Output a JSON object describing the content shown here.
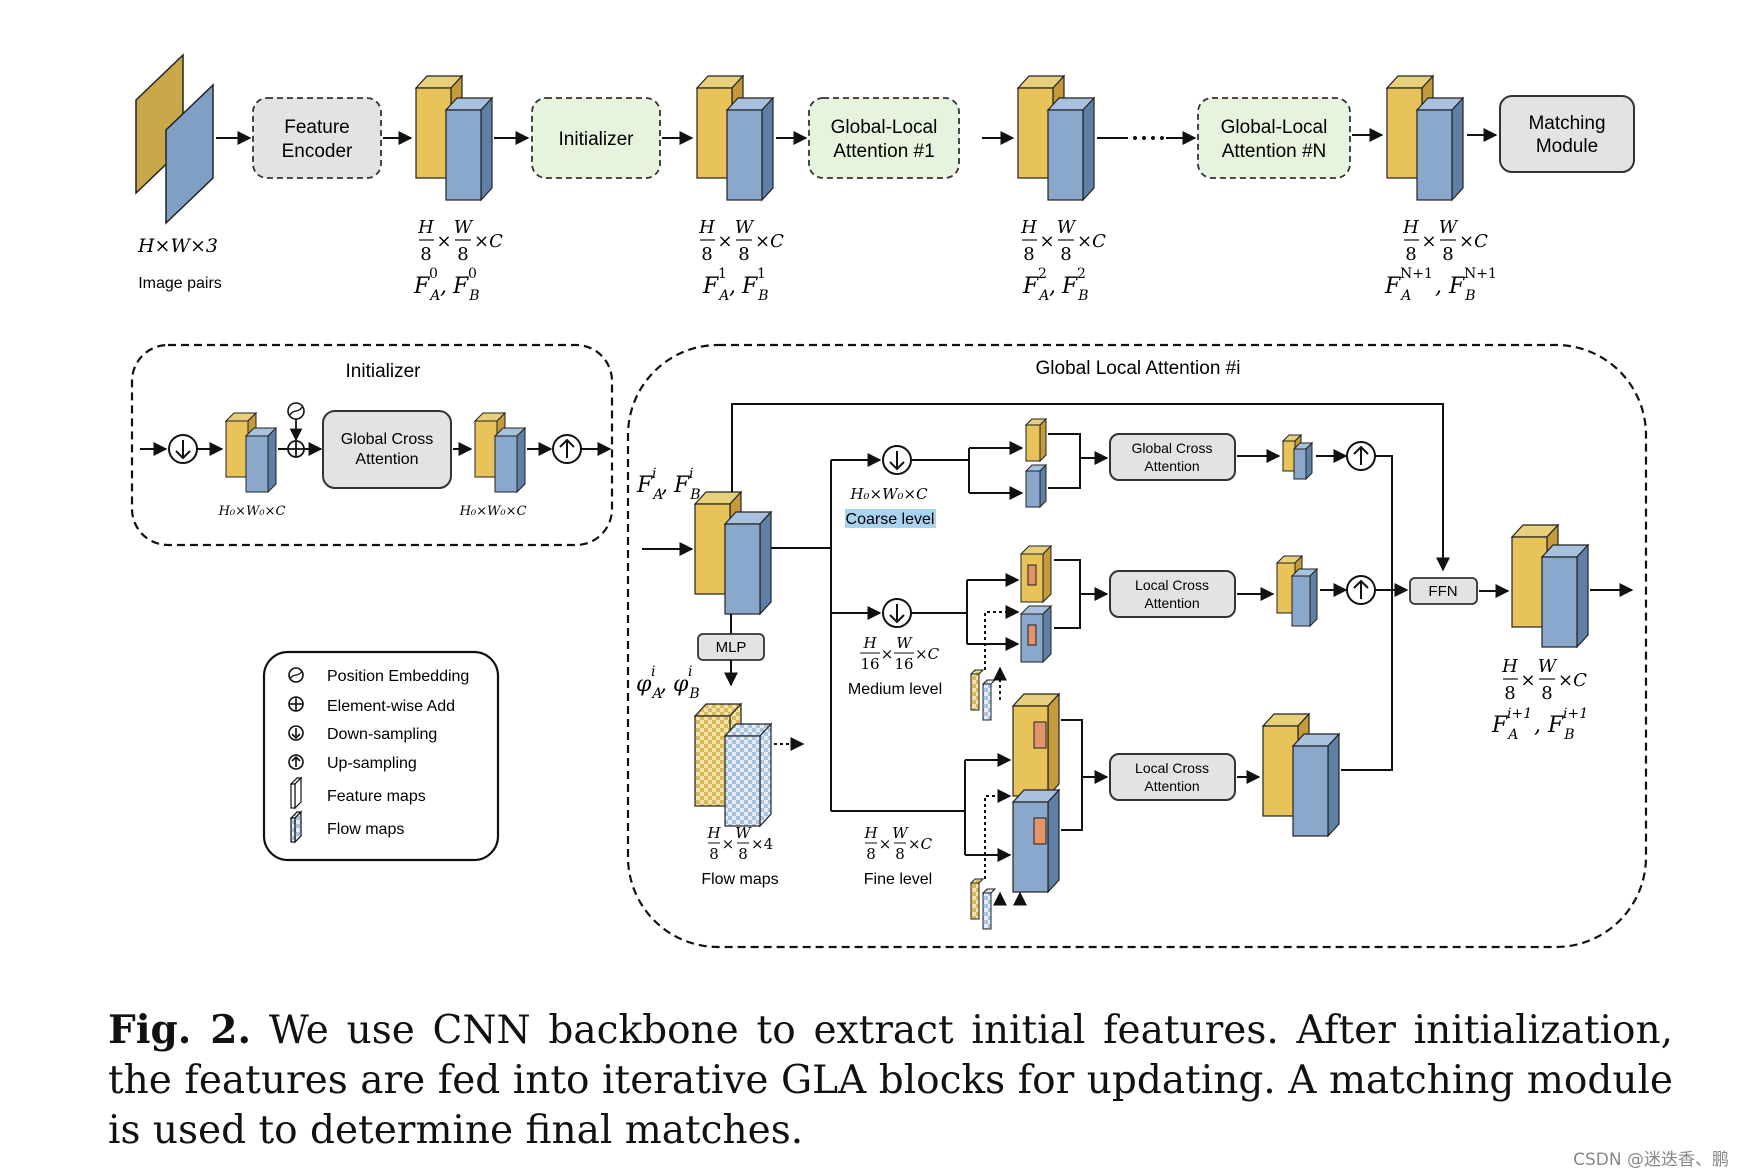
{
  "pipeline": {
    "image_label": "H×W×3",
    "image_caption": "Image pairs",
    "feature_encoder": [
      "Feature",
      "Encoder"
    ],
    "initializer": "Initializer",
    "gla_first": [
      "Global-Local",
      "Attention #1"
    ],
    "gla_last": [
      "Global-Local",
      "Attention #N"
    ],
    "matching": [
      "Matching",
      "Module"
    ],
    "dim_H": "H",
    "dim_W": "W",
    "dim_8": "8",
    "dim_times": "×",
    "dim_times_C": "×C",
    "feat_labels": [
      "F",
      "F",
      "F",
      "F"
    ],
    "feat_sub_A": "A",
    "feat_sub_B": "B",
    "feat_sup": [
      "0",
      "1",
      "2",
      "N+1"
    ]
  },
  "initializer_panel": {
    "title": "Initializer",
    "gca": [
      "Global Cross",
      "Attention"
    ],
    "dim_left": "H₀×W₀×C",
    "dim_right": "H₀×W₀×C"
  },
  "legend": {
    "items": [
      "Position Embedding",
      "Element-wise Add",
      "Down-sampling",
      "Up-sampling",
      "Feature maps",
      "Flow maps"
    ]
  },
  "gla_panel": {
    "title": "Global Local Attention #i",
    "input_label": "F",
    "input_sup": "i",
    "mlp": "MLP",
    "phi": "φ",
    "flow_dim_4": "×4",
    "flow_caption": "Flow maps",
    "coarse_dim": "H₀×W₀×C",
    "coarse_caption": "Coarse level",
    "medium_16": "16",
    "medium_caption": "Medium level",
    "fine_caption": "Fine level",
    "gca": [
      "Global Cross",
      "Attention"
    ],
    "lca1": [
      "Local Cross",
      "Attention"
    ],
    "lca2": [
      "Local Cross",
      "Attention"
    ],
    "ffn": "FFN",
    "output_sup": "i+1"
  },
  "colors": {
    "feature_gold": "#d6b455",
    "feature_gold_side": "#c49a3a",
    "feature_blue": "#7f9fc4",
    "feature_blue_side": "#5f7fa6",
    "green_box": "#e6f3dd",
    "gray_box": "#e3e3e3",
    "coarse_highlight": "#a9d3ee"
  },
  "caption": {
    "fig": "Fig. 2.",
    "text": "We use CNN backbone to extract initial features. After initialization, the features are fed into iterative GLA blocks for updating. A matching module is used to determine final matches."
  },
  "watermark": "CSDN @迷迭香、鹏"
}
